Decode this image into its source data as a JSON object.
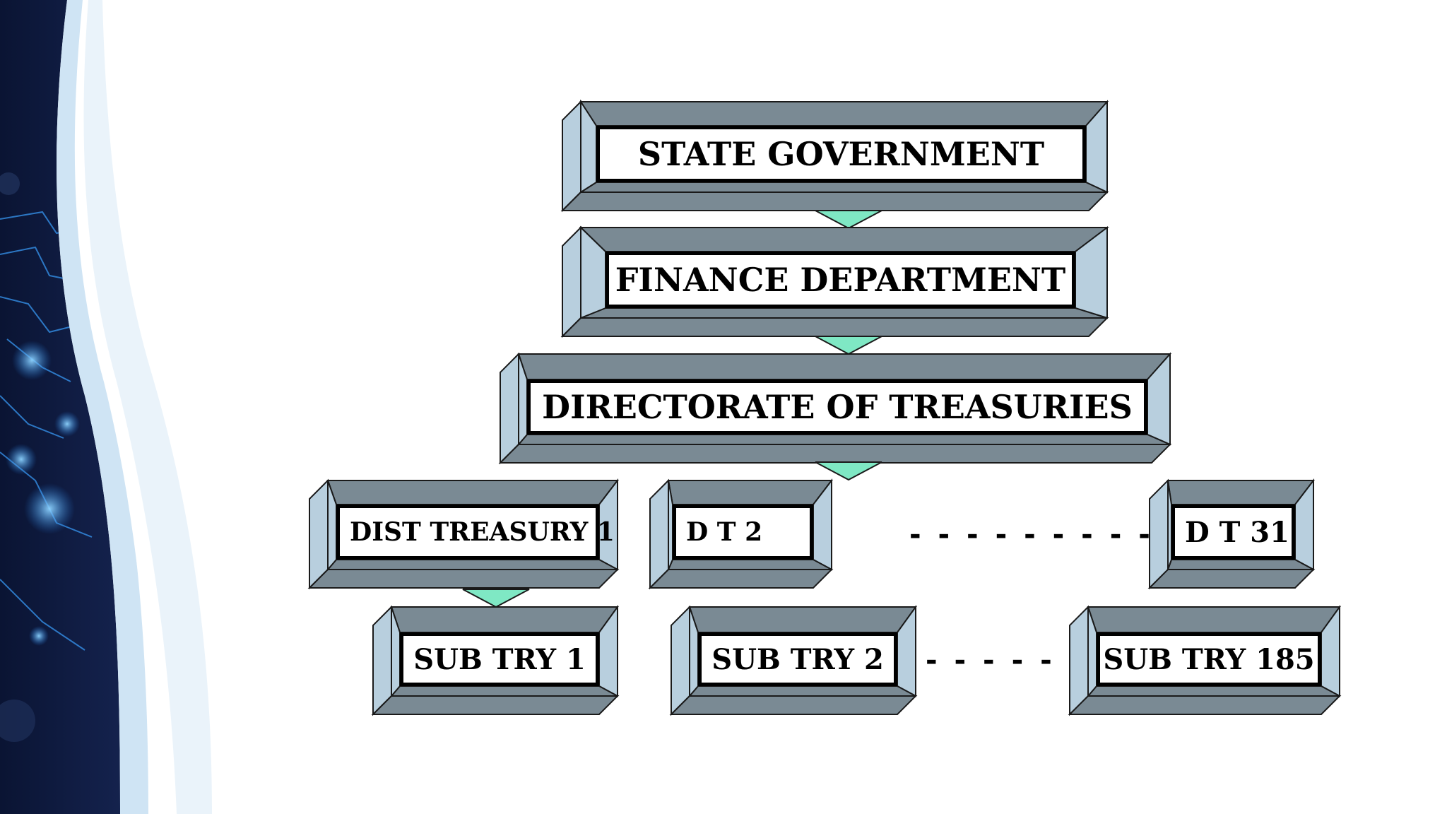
{
  "colors": {
    "bevel_dark": "#7a8a94",
    "bevel_light": "#b8cfde",
    "face_border": "#000000",
    "arrow_fill": "#7fe8c4",
    "left_band_dark": "#0b1535",
    "left_band_light": "#cfe4f4"
  },
  "nodes": {
    "state_government": "STATE GOVERNMENT",
    "finance_department": "FINANCE DEPARTMENT",
    "directorate_of_treasuries": "DIRECTORATE OF TREASURIES",
    "dist_treasury_1": "DIST TREASURY 1",
    "dt_2": "D T 2",
    "dt_31": "D T 31",
    "sub_try_1": "SUB TRY 1",
    "sub_try_2": "SUB TRY 2",
    "sub_try_185": "SUB TRY 185"
  },
  "ellipses": {
    "district_row": "- - - - - - - - -",
    "sub_row": "- - - - - -"
  }
}
